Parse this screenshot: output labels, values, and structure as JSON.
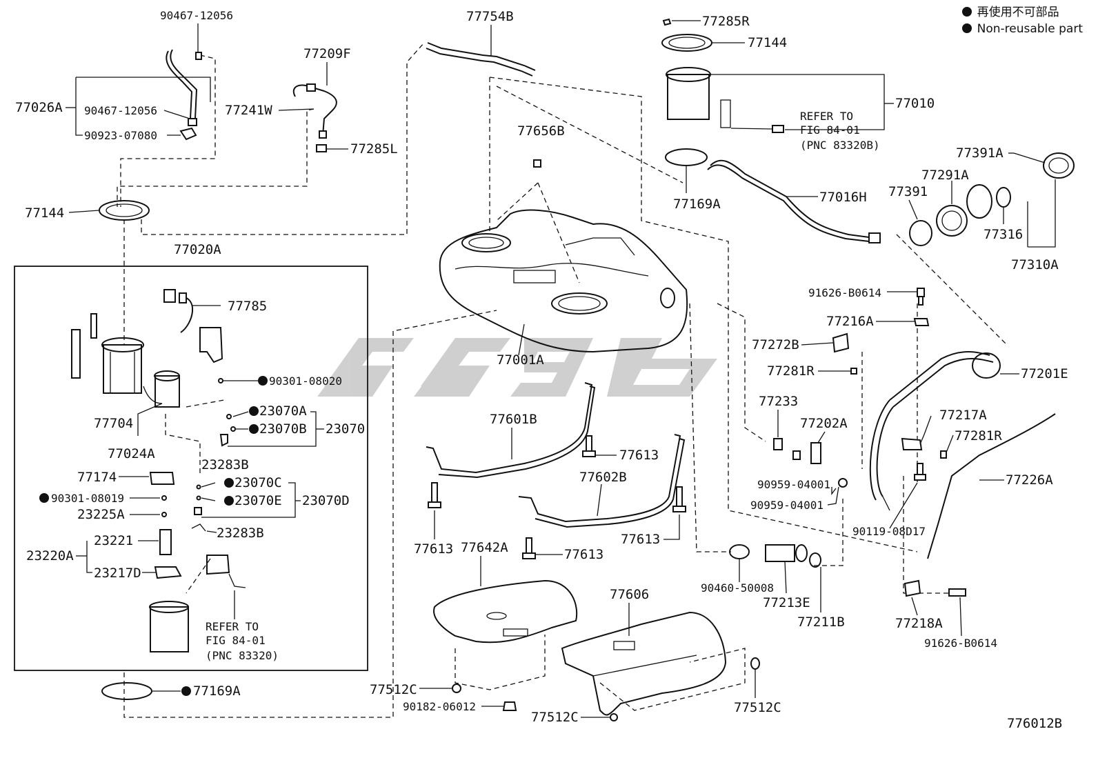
{
  "legend": {
    "items": [
      {
        "label": "再使用不可部品"
      },
      {
        "label": "Non-reusable part"
      }
    ]
  },
  "figure_id": "776012B",
  "watermark": "ssgt",
  "references": {
    "upper": [
      "REFER TO",
      "FIG 84-01",
      "(PNC 83320B)"
    ],
    "lower": [
      "REFER TO",
      "FIG 84-01",
      "(PNC 83320)"
    ]
  },
  "group_box_label": "77020A",
  "labels": [
    {
      "id": "p90467a",
      "text": "90467-12056",
      "non_reusable": false
    },
    {
      "id": "p77026A",
      "text": "77026A",
      "non_reusable": false
    },
    {
      "id": "p90467b",
      "text": "90467-12056",
      "non_reusable": false
    },
    {
      "id": "p90923",
      "text": "90923-07080",
      "non_reusable": false
    },
    {
      "id": "p77209F",
      "text": "77209F",
      "non_reusable": false
    },
    {
      "id": "p77241W",
      "text": "77241W",
      "non_reusable": false
    },
    {
      "id": "p77285L",
      "text": "77285L",
      "non_reusable": false
    },
    {
      "id": "p77144a",
      "text": "77144",
      "non_reusable": false
    },
    {
      "id": "p77754B",
      "text": "77754B",
      "non_reusable": false
    },
    {
      "id": "p77285R",
      "text": "77285R",
      "non_reusable": false
    },
    {
      "id": "p77144b",
      "text": "77144",
      "non_reusable": false
    },
    {
      "id": "p77010",
      "text": "77010",
      "non_reusable": false
    },
    {
      "id": "p77656B",
      "text": "77656B",
      "non_reusable": false
    },
    {
      "id": "p77169Aa",
      "text": "77169A",
      "non_reusable": false
    },
    {
      "id": "p77016H",
      "text": "77016H",
      "non_reusable": false
    },
    {
      "id": "p77391A",
      "text": "77391A",
      "non_reusable": false
    },
    {
      "id": "p77291A",
      "text": "77291A",
      "non_reusable": false
    },
    {
      "id": "p77391",
      "text": "77391",
      "non_reusable": false
    },
    {
      "id": "p77316",
      "text": "77316",
      "non_reusable": false
    },
    {
      "id": "p77310A",
      "text": "77310A",
      "non_reusable": false
    },
    {
      "id": "p77785",
      "text": "77785",
      "non_reusable": false
    },
    {
      "id": "p90301a",
      "text": "90301-08020",
      "non_reusable": true
    },
    {
      "id": "p77704",
      "text": "77704",
      "non_reusable": false
    },
    {
      "id": "p77024A",
      "text": "77024A",
      "non_reusable": false
    },
    {
      "id": "p23070A",
      "text": "23070A",
      "non_reusable": true
    },
    {
      "id": "p23070B",
      "text": "23070B",
      "non_reusable": true
    },
    {
      "id": "p23070",
      "text": "23070",
      "non_reusable": false
    },
    {
      "id": "p23283Ba",
      "text": "23283B",
      "non_reusable": false
    },
    {
      "id": "p77174",
      "text": "77174",
      "non_reusable": false
    },
    {
      "id": "p90301b",
      "text": "90301-08019",
      "non_reusable": true
    },
    {
      "id": "p23225A",
      "text": "23225A",
      "non_reusable": false
    },
    {
      "id": "p23070C",
      "text": "23070C",
      "non_reusable": true
    },
    {
      "id": "p23070E",
      "text": "23070E",
      "non_reusable": true
    },
    {
      "id": "p23070D",
      "text": "23070D",
      "non_reusable": false
    },
    {
      "id": "p23283Bb",
      "text": "23283B",
      "non_reusable": false
    },
    {
      "id": "p23221",
      "text": "23221",
      "non_reusable": false
    },
    {
      "id": "p23220A",
      "text": "23220A",
      "non_reusable": false
    },
    {
      "id": "p23217D",
      "text": "23217D",
      "non_reusable": false
    },
    {
      "id": "p77169Ab",
      "text": "77169A",
      "non_reusable": true
    },
    {
      "id": "p77001A",
      "text": "77001A",
      "non_reusable": false
    },
    {
      "id": "p77601B",
      "text": "77601B",
      "non_reusable": false
    },
    {
      "id": "p77613a",
      "text": "77613",
      "non_reusable": false
    },
    {
      "id": "p77602B",
      "text": "77602B",
      "non_reusable": false
    },
    {
      "id": "p77613b",
      "text": "77613",
      "non_reusable": false
    },
    {
      "id": "p77613c",
      "text": "77613",
      "non_reusable": false
    },
    {
      "id": "p77613d",
      "text": "77613",
      "non_reusable": false
    },
    {
      "id": "p77642A",
      "text": "77642A",
      "non_reusable": false
    },
    {
      "id": "p77606",
      "text": "77606",
      "non_reusable": false
    },
    {
      "id": "p77512Ca",
      "text": "77512C",
      "non_reusable": false
    },
    {
      "id": "p90182",
      "text": "90182-06012",
      "non_reusable": false
    },
    {
      "id": "p77512Cb",
      "text": "77512C",
      "non_reusable": false
    },
    {
      "id": "p77512Cc",
      "text": "77512C",
      "non_reusable": false
    },
    {
      "id": "p91626a",
      "text": "91626-B0614",
      "non_reusable": false
    },
    {
      "id": "p77216A",
      "text": "77216A",
      "non_reusable": false
    },
    {
      "id": "p77272B",
      "text": "77272B",
      "non_reusable": false
    },
    {
      "id": "p77281Ra",
      "text": "77281R",
      "non_reusable": false
    },
    {
      "id": "p77201E",
      "text": "77201E",
      "non_reusable": false
    },
    {
      "id": "p77233",
      "text": "77233",
      "non_reusable": false
    },
    {
      "id": "p77202A",
      "text": "77202A",
      "non_reusable": false
    },
    {
      "id": "p77217A",
      "text": "77217A",
      "non_reusable": false
    },
    {
      "id": "p77281Rb",
      "text": "77281R",
      "non_reusable": false
    },
    {
      "id": "p90959a",
      "text": "90959-04001",
      "non_reusable": false
    },
    {
      "id": "p77226A",
      "text": "77226A",
      "non_reusable": false
    },
    {
      "id": "p90959b",
      "text": "90959-04001",
      "non_reusable": false
    },
    {
      "id": "p90119",
      "text": "90119-08D17",
      "non_reusable": false
    },
    {
      "id": "p90460",
      "text": "90460-50008",
      "non_reusable": false
    },
    {
      "id": "p77213E",
      "text": "77213E",
      "non_reusable": false
    },
    {
      "id": "p77211B",
      "text": "77211B",
      "non_reusable": false
    },
    {
      "id": "p77218A",
      "text": "77218A",
      "non_reusable": false
    },
    {
      "id": "p91626b",
      "text": "91626-B0614",
      "non_reusable": false
    }
  ]
}
